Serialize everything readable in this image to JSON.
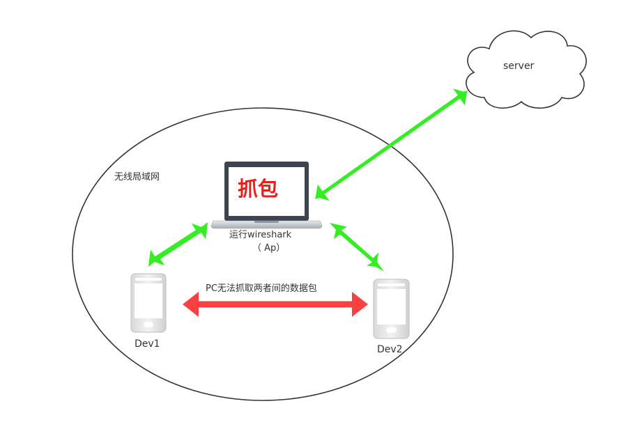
{
  "labels": {
    "server": "server",
    "wlan": "无线局域网",
    "capture": "抓包",
    "run_wireshark": "运行wireshark",
    "ap": "（ Ap）",
    "cannot_capture": "PC无法抓取两者间的数据包",
    "dev1": "Dev1",
    "dev2": "Dev2"
  },
  "colors": {
    "link_ok": "#33ee22",
    "link_blocked": "#fa4040",
    "outline": "#333333",
    "capture_text": "#e8201c"
  },
  "icons": {
    "cloud": "cloud-icon",
    "laptop": "laptop-icon",
    "phone": "phone-icon"
  }
}
